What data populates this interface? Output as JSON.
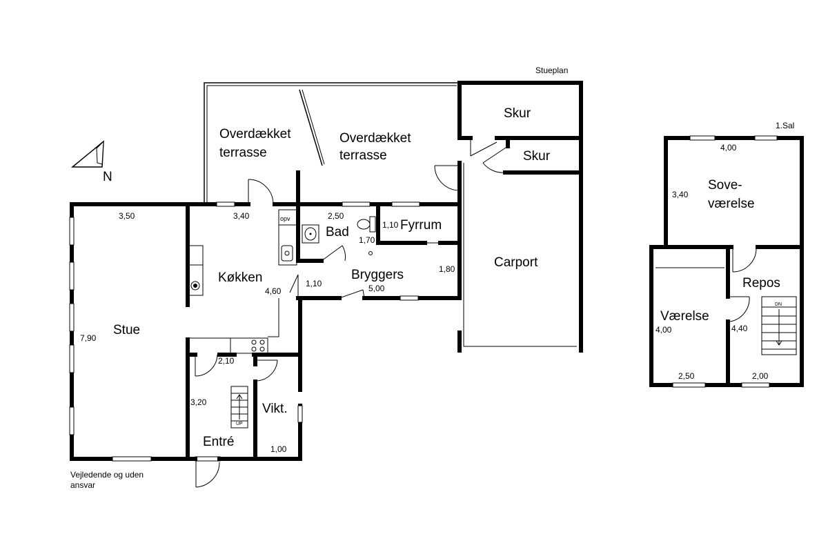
{
  "plans": {
    "ground": {
      "title": "Stueplan"
    },
    "upper": {
      "title": "1.Sal"
    }
  },
  "compass": {
    "label": "N"
  },
  "disclaimer": {
    "line1": "Vejledende og uden",
    "line2": "ansvar"
  },
  "rooms": {
    "terrace_left": {
      "line1": "Overdækket",
      "line2": "terrasse"
    },
    "terrace_right": {
      "line1": "Overdækket",
      "line2": "terrasse"
    },
    "shed_1": "Skur",
    "shed_2": "Skur",
    "carport": "Carport",
    "bath": "Bad",
    "boiler": "Fyrrum",
    "utility": "Bryggers",
    "kitchen": "Køkken",
    "living": "Stue",
    "entrance": "Entré",
    "pantry": "Vikt.",
    "bedroom_upper": {
      "line1": "Sove-",
      "line2": "værelse"
    },
    "room_upper": "Værelse",
    "landing": "Repos"
  },
  "labels": {
    "opv": "opv",
    "stair_up": "UP",
    "stair_down": "DN"
  },
  "dimensions": {
    "living_width": "3,50",
    "living_length": "7,90",
    "kitchen_width": "3,40",
    "kitchen_length": "4,60",
    "bath_width": "2,50",
    "bath_length": "1,70",
    "boiler_depth": "1,10",
    "utility_hall": "1,10",
    "utility_width": "5,00",
    "utility_depth": "1,80",
    "entrance_width": "2,10",
    "entrance_length": "3,20",
    "pantry_width": "1,00",
    "bedroom_width": "4,00",
    "bedroom_depth": "3,40",
    "room_length": "4,00",
    "room_width": "2,50",
    "landing_length": "4,40",
    "landing_width": "2,00"
  }
}
